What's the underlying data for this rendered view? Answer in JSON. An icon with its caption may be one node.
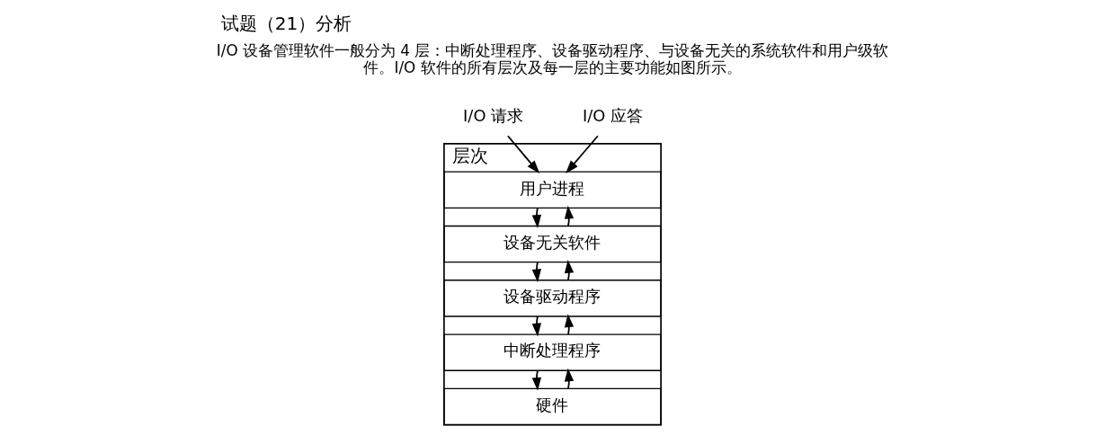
{
  "diagram": {
    "title": "试题（21）分析",
    "nodes": [
      {
        "text": [
          "层次"
        ]
      },
      {
        "text": [
          "用户进程"
        ],
        "in": 0
      },
      {
        "text": [
          "设备无关软件"
        ],
        "in": 0
      },
      {
        "text": [
          "设备驱动程序"
        ],
        "in": 0
      },
      {
        "text": [
          "中断处理程序"
        ],
        "in": 0
      },
      {
        "text": [
          "硬件"
        ],
        "in": 0
      },
      {
        "text": [
          "I/O 请求"
        ]
      },
      {
        "text": [
          "I/O 应答"
        ]
      }
    ],
    "edges": [
      {
        "from": 6,
        "to": 1,
        "arrow": "to"
      },
      {
        "from": 1,
        "to": 2,
        "arrow": "to"
      },
      {
        "from": 2,
        "to": 3,
        "arrow": "to"
      },
      {
        "from": 3,
        "to": 4,
        "arrow": "to"
      },
      {
        "from": 4,
        "to": 5,
        "arrow": "to"
      },
      {
        "from": 5,
        "to": 4,
        "arrow": "to"
      },
      {
        "from": 4,
        "to": 3,
        "arrow": "to"
      },
      {
        "from": 3,
        "to": 2,
        "arrow": "to"
      },
      {
        "from": 2,
        "to": 1,
        "arrow": "to"
      },
      {
        "from": 7,
        "to": 1,
        "arrow": "to"
      }
    ],
    "labels": [
      "I/O 设备管理软件一般分为 4 层：中断处理程序、设备驱动程序、与设备无关的系统软件和用户级软件。I/O 软件的所有层次及每一层的主要功能如图所示。"
    ]
  }
}
